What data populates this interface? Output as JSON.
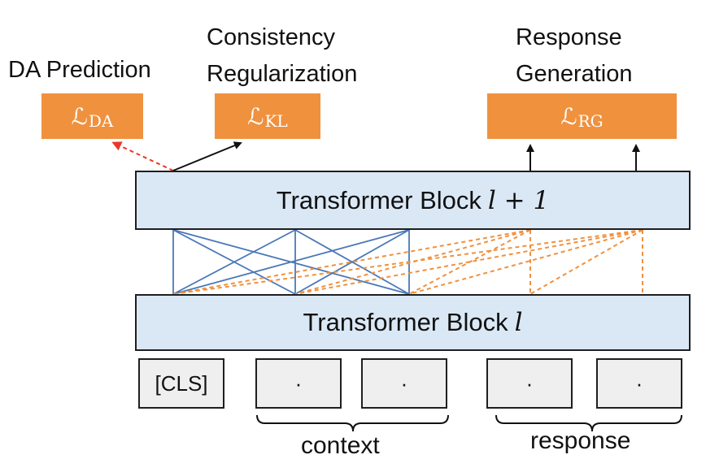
{
  "labels": {
    "da_prediction": "DA Prediction",
    "consistency_line1": "Consistency",
    "consistency_line2": "Regularization",
    "response_gen_line1": "Response",
    "response_gen_line2": "Generation"
  },
  "losses": {
    "da": {
      "symbol": "ℒ",
      "subscript": "DA"
    },
    "kl": {
      "symbol": "ℒ",
      "subscript": "KL"
    },
    "rg": {
      "symbol": "ℒ",
      "subscript": "RG"
    }
  },
  "blocks": {
    "upper": {
      "text": "Transformer Block",
      "math": "l + 1"
    },
    "lower": {
      "text": "Transformer Block",
      "math": "l"
    }
  },
  "tokens": {
    "cls": "[CLS]",
    "context_1": "·",
    "context_2": "·",
    "response_1": "·",
    "response_2": "·"
  },
  "groups": {
    "context": "context",
    "response": "response"
  },
  "colors": {
    "orange": "#F0913E",
    "block_fill": "#DAE8F6",
    "token_fill": "#EFEFEF",
    "blue_lines": "#4A78B8",
    "orange_dash": "#F0913E",
    "red_dash": "#E8392A"
  }
}
